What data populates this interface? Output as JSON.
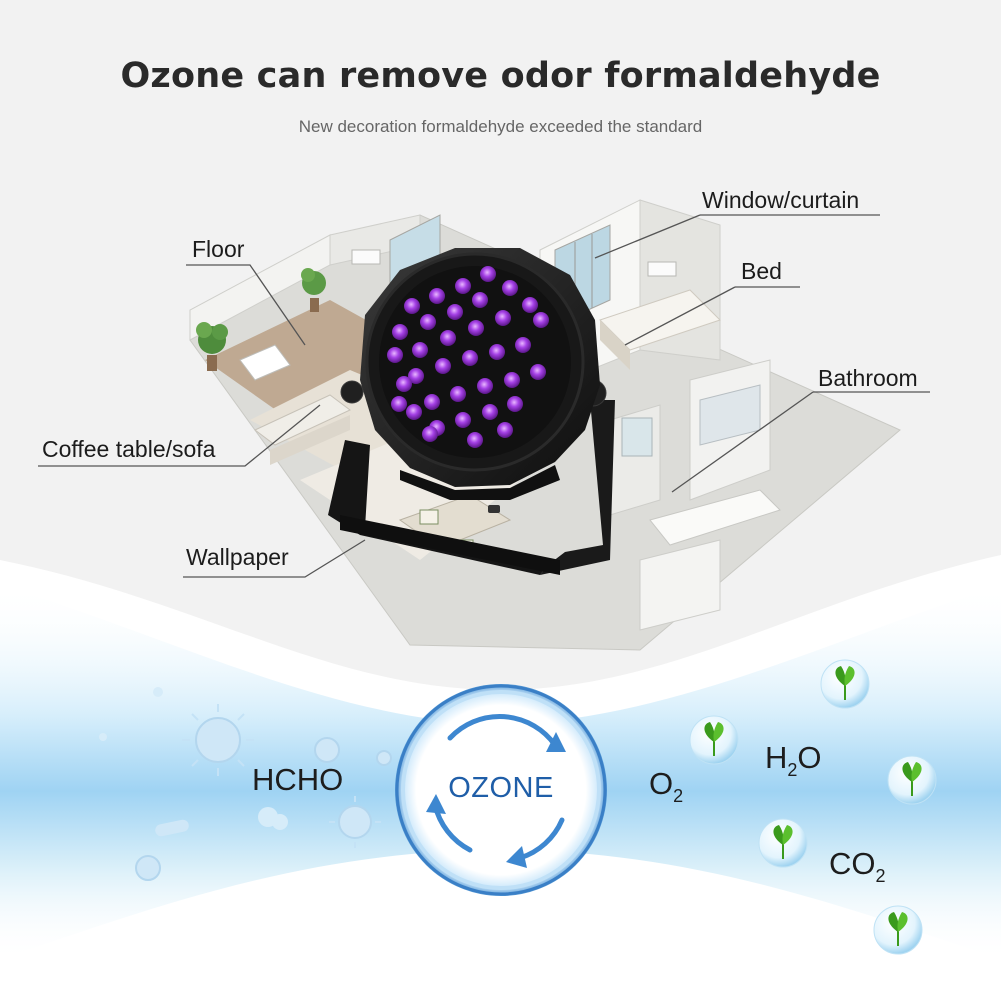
{
  "header": {
    "title": "Ozone can remove odor formaldehyde",
    "subtitle": "New decoration formaldehyde exceeded the standard"
  },
  "callouts": {
    "floor": "Floor",
    "window_curtain": "Window/curtain",
    "bed": "Bed",
    "bathroom": "Bathroom",
    "coffee_table_sofa": "Coffee table/sofa",
    "wallpaper": "Wallpaper"
  },
  "ozone": {
    "label": "OZONE",
    "pollutant": "HCHO",
    "products": {
      "oxygen": {
        "base": "O",
        "sub": "2"
      },
      "water": {
        "base": "H",
        "sub": "2",
        "tail": "O"
      },
      "carbon_dioxide": {
        "base": "CO",
        "sub": "2"
      }
    }
  },
  "colors": {
    "background": "#f2f2f2",
    "ozone_blue": "#1f5ea8",
    "air_stream": "#a8d8f5",
    "uv_purple": "#9b30d9",
    "leaf_green": "#3a9a1c"
  },
  "icons": [
    "par-light",
    "room-scene",
    "virus-icon",
    "bacteria-icon",
    "leaf-bubble-icon",
    "cycle-arrows"
  ]
}
